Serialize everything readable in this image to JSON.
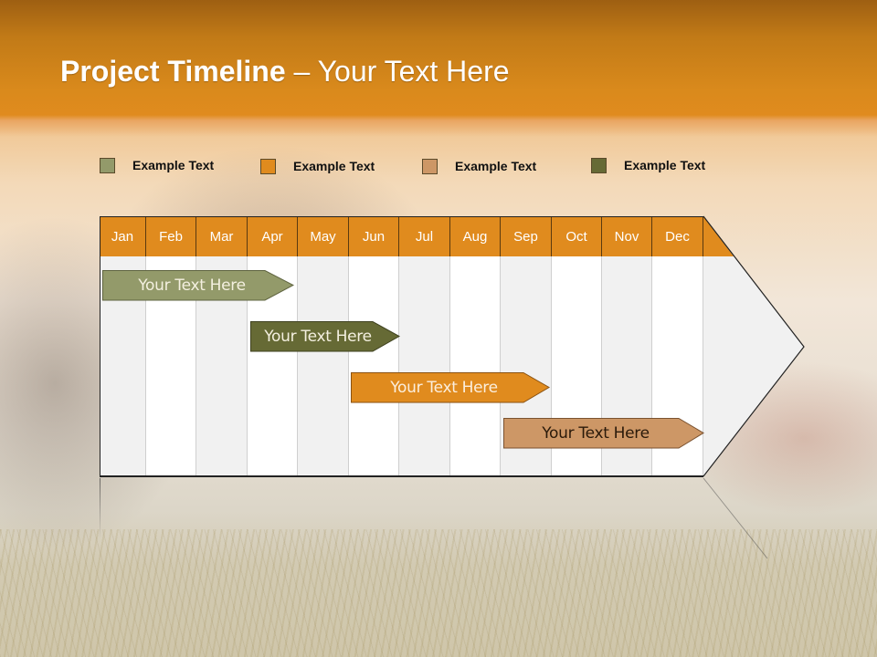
{
  "title": {
    "bold": "Project Timeline",
    "rest": " – Your Text Here"
  },
  "legend": [
    {
      "label": "Example Text",
      "color": "#939a6a"
    },
    {
      "label": "Example Text",
      "color": "#e08b1e"
    },
    {
      "label": "Example Text",
      "color": "#cd9766"
    },
    {
      "label": "Example Text",
      "color": "#666a35"
    }
  ],
  "months": [
    "Jan",
    "Feb",
    "Mar",
    "Apr",
    "May",
    "Jun",
    "Jul",
    "Aug",
    "Sep",
    "Oct",
    "Nov",
    "Dec"
  ],
  "tasks": [
    {
      "label": "Your  Text Here",
      "color": "#939a6a",
      "text_color": "#f4f0e0",
      "start_month": "Jan",
      "end_month": "Apr"
    },
    {
      "label": "Your  Text Here",
      "color": "#666a35",
      "text_color": "#f4f0e0",
      "start_month": "Apr",
      "end_month": "Jun"
    },
    {
      "label": "Your  Text Here",
      "color": "#e08b1e",
      "text_color": "#fbeedd",
      "start_month": "Jun",
      "end_month": "Sep"
    },
    {
      "label": "Your  Text Here",
      "color": "#cd9766",
      "text_color": "#2a1a0a",
      "start_month": "Sep",
      "end_month": "Dec"
    }
  ],
  "colors": {
    "header": "#e08b1e",
    "accent_dark": "#9e5f12"
  }
}
